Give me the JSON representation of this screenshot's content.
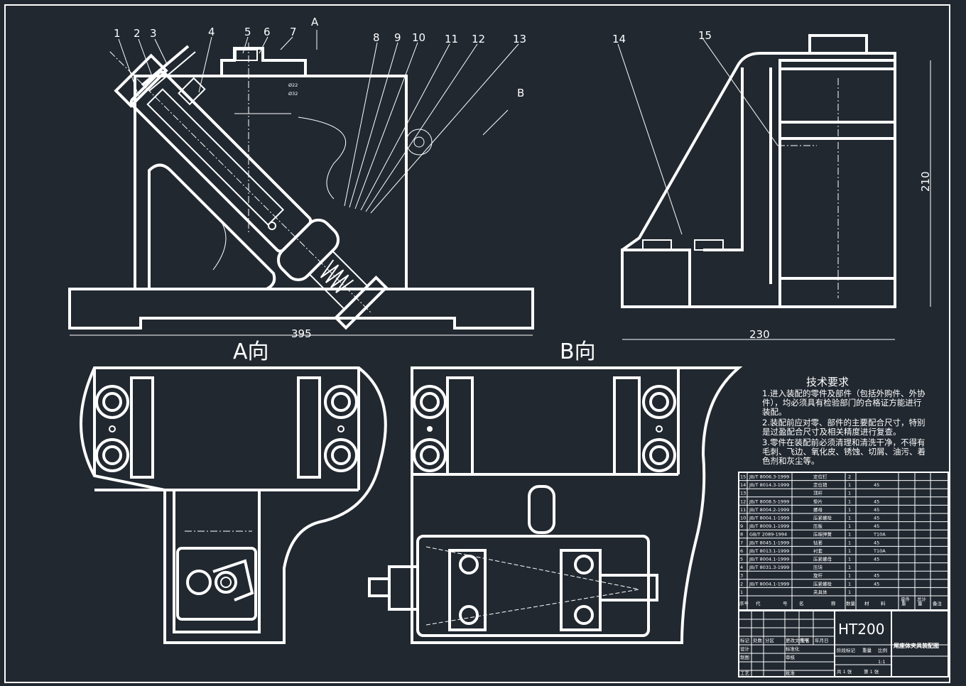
{
  "callouts": [
    "1",
    "2",
    "3",
    "4",
    "5",
    "6",
    "7",
    "8",
    "9",
    "10",
    "11",
    "12",
    "13",
    "14",
    "15"
  ],
  "view_markers": {
    "a": "A",
    "b": "B",
    "a_view": "A向",
    "b_view": "B向"
  },
  "dimensions": {
    "width_front": "395",
    "width_side": "230",
    "height_side": "210",
    "dia1": "Ø22",
    "dia2": "Ø32"
  },
  "tech_req": {
    "title": "技术要求",
    "lines": [
      "1.进入装配的零件及部件（包括外购件、外协",
      "件），均必须具有检验部门的合格证方能进行",
      "装配。",
      "2.装配前应对零、部件的主要配合尺寸，特别",
      "是过盈配合尺寸及相关精度进行复查。",
      "3.零件在装配前必须清理和清洗干净，不得有",
      "毛刺、飞边、氧化皮、锈蚀、切屑、油污、着",
      "色剂和灰尘等。"
    ]
  },
  "bom": {
    "rows": [
      {
        "no": "15",
        "code": "JB/T 8006.3-1999",
        "name": "定位钉",
        "qty": "2",
        "mat": ""
      },
      {
        "no": "14",
        "code": "JB/T 8014.3-1999",
        "name": "定位销",
        "qty": "1",
        "mat": "45"
      },
      {
        "no": "13",
        "code": "",
        "name": "顶杆",
        "qty": "1",
        "mat": ""
      },
      {
        "no": "12",
        "code": "JB/T 8008.5-1999",
        "name": "垫片",
        "qty": "1",
        "mat": "45"
      },
      {
        "no": "11",
        "code": "JB/T 8004.2-1999",
        "name": "螺母",
        "qty": "1",
        "mat": "45"
      },
      {
        "no": "10",
        "code": "JB/T 8004.1-1999",
        "name": "压紧螺栓",
        "qty": "1",
        "mat": "45"
      },
      {
        "no": "9",
        "code": "JB/T 8009.1-1999",
        "name": "压板",
        "qty": "1",
        "mat": "45"
      },
      {
        "no": "8",
        "code": "GB/T 2089-1994",
        "name": "压缩弹簧",
        "qty": "1",
        "mat": "T10A"
      },
      {
        "no": "7",
        "code": "JB/T 8045.1-1999",
        "name": "钻套",
        "qty": "1",
        "mat": "45"
      },
      {
        "no": "6",
        "code": "JB/T 8013.1-1999",
        "name": "衬套",
        "qty": "1",
        "mat": "T10A"
      },
      {
        "no": "5",
        "code": "JB/T 8004.1-1999",
        "name": "压紧螺母",
        "qty": "1",
        "mat": "45"
      },
      {
        "no": "4",
        "code": "JB/T 8031.3-1999",
        "name": "压块",
        "qty": "1",
        "mat": ""
      },
      {
        "no": "3",
        "code": "",
        "name": "旋杆",
        "qty": "1",
        "mat": "45"
      },
      {
        "no": "2",
        "code": "JB/T 8004.1-1999",
        "name": "压紧螺栓",
        "qty": "1",
        "mat": "45"
      },
      {
        "no": "1",
        "code": "",
        "name": "夹具体",
        "qty": "1",
        "mat": ""
      }
    ],
    "header": {
      "no": "序号",
      "code": "代",
      "code2": "号",
      "name": "名",
      "name2": "称",
      "qty": "数量",
      "mat": "材",
      "mat2": "料",
      "unit": "单件",
      "total": "总计",
      "weight": "重",
      "weight2": "量",
      "remark": "备注"
    }
  },
  "title_block": {
    "material": "HT200",
    "drawing_name": "尾座体夹具装配图",
    "scale": "1:1",
    "r1": [
      "标记",
      "处数",
      "分区"
    ],
    "r1b": [
      "更改文件号",
      "签名",
      "年月日"
    ],
    "r2": [
      "设计",
      "标准化"
    ],
    "r2b": [
      "阶段标记",
      "重量",
      "比例"
    ],
    "r3": [
      "制图",
      "审核"
    ],
    "r4": [
      "工艺",
      "批准"
    ],
    "sheet": "共 1 张",
    "sheet2": "第 1 张"
  }
}
